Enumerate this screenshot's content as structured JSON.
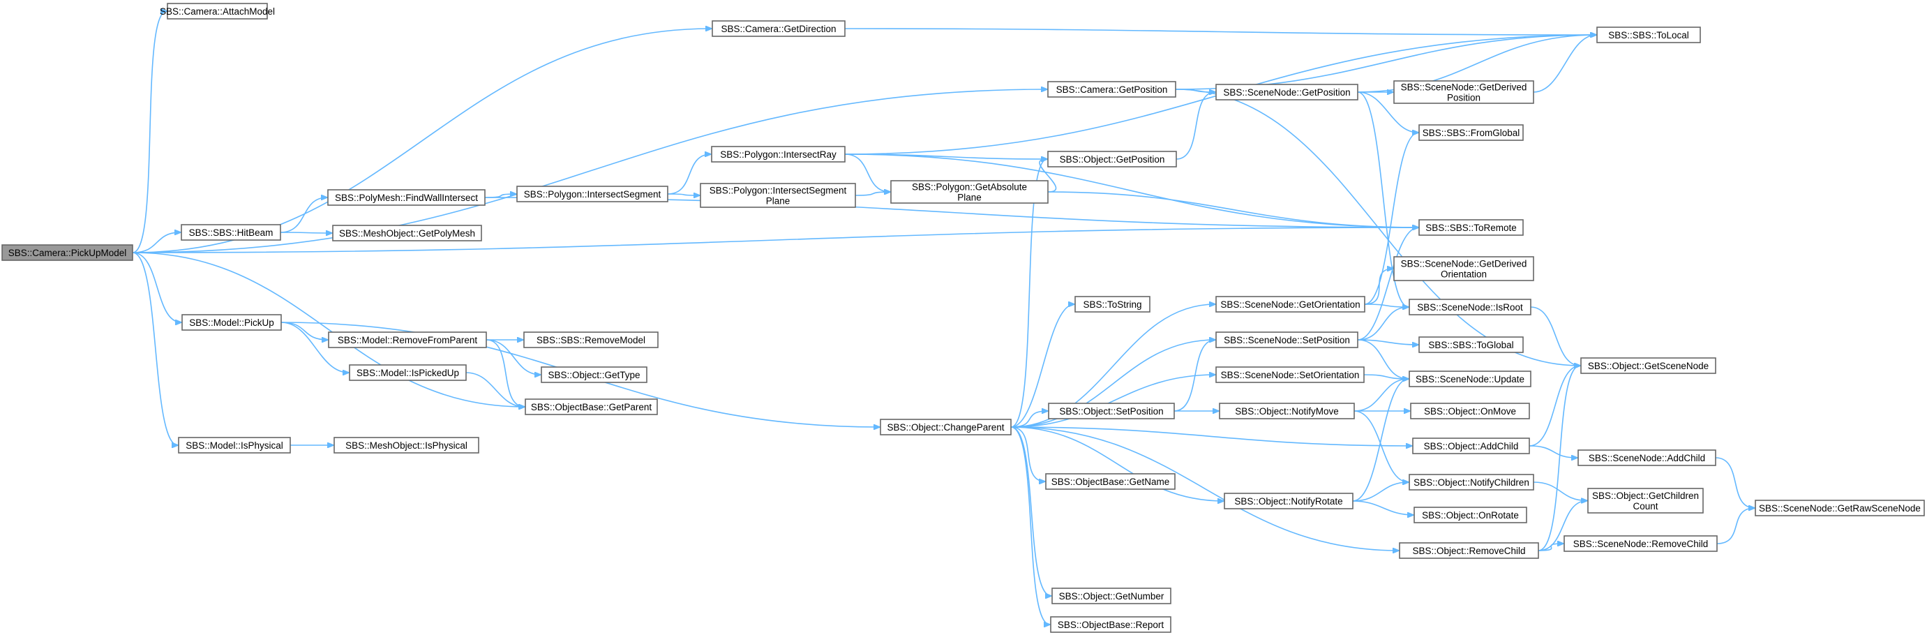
{
  "colors": {
    "edge": "#63b8ff",
    "node_border": "#666666",
    "node_fill": "#ffffff",
    "root_fill": "#999999",
    "background": "#ffffff"
  },
  "nodes": [
    {
      "id": "pickupmodel",
      "lines": [
        "SBS::Camera::PickUpModel"
      ]
    },
    {
      "id": "attachmodel",
      "lines": [
        "SBS::Camera::AttachModel"
      ]
    },
    {
      "id": "getdirection",
      "lines": [
        "SBS::Camera::GetDirection"
      ]
    },
    {
      "id": "camgetposition",
      "lines": [
        "SBS::Camera::GetPosition"
      ]
    },
    {
      "id": "sngetposition",
      "lines": [
        "SBS::SceneNode::GetPosition"
      ]
    },
    {
      "id": "sngetderivedpos",
      "lines": [
        "SBS::SceneNode::GetDerived",
        "Position"
      ]
    },
    {
      "id": "tolocal",
      "lines": [
        "SBS::SBS::ToLocal"
      ]
    },
    {
      "id": "fromglobal",
      "lines": [
        "SBS::SBS::FromGlobal"
      ]
    },
    {
      "id": "intersectray",
      "lines": [
        "SBS::Polygon::IntersectRay"
      ]
    },
    {
      "id": "objgetposition",
      "lines": [
        "SBS::Object::GetPosition"
      ]
    },
    {
      "id": "findwallintersect",
      "lines": [
        "SBS::PolyMesh::FindWallIntersect"
      ]
    },
    {
      "id": "intersectsegment",
      "lines": [
        "SBS::Polygon::IntersectSegment"
      ]
    },
    {
      "id": "intersectsegmentplane",
      "lines": [
        "SBS::Polygon::IntersectSegment",
        "Plane"
      ]
    },
    {
      "id": "getabsoluteplane",
      "lines": [
        "SBS::Polygon::GetAbsolute",
        "Plane"
      ]
    },
    {
      "id": "hitbeam",
      "lines": [
        "SBS::SBS::HitBeam"
      ]
    },
    {
      "id": "getpolymesh",
      "lines": [
        "SBS::MeshObject::GetPolyMesh"
      ]
    },
    {
      "id": "toremote",
      "lines": [
        "SBS::SBS::ToRemote"
      ]
    },
    {
      "id": "sngetderivedori",
      "lines": [
        "SBS::SceneNode::GetDerived",
        "Orientation"
      ]
    },
    {
      "id": "tostring",
      "lines": [
        "SBS::ToString"
      ]
    },
    {
      "id": "sngetorientation",
      "lines": [
        "SBS::SceneNode::GetOrientation"
      ]
    },
    {
      "id": "snisroot",
      "lines": [
        "SBS::SceneNode::IsRoot"
      ]
    },
    {
      "id": "modelpickup",
      "lines": [
        "SBS::Model::PickUp"
      ]
    },
    {
      "id": "removefromparent",
      "lines": [
        "SBS::Model::RemoveFromParent"
      ]
    },
    {
      "id": "removemodel",
      "lines": [
        "SBS::SBS::RemoveModel"
      ]
    },
    {
      "id": "snsetposition",
      "lines": [
        "SBS::SceneNode::SetPosition"
      ]
    },
    {
      "id": "toglobal",
      "lines": [
        "SBS::SBS::ToGlobal"
      ]
    },
    {
      "id": "objgettype",
      "lines": [
        "SBS::Object::GetType"
      ]
    },
    {
      "id": "ispickedup",
      "lines": [
        "SBS::Model::IsPickedUp"
      ]
    },
    {
      "id": "snsetorientation",
      "lines": [
        "SBS::SceneNode::SetOrientation"
      ]
    },
    {
      "id": "snupdate",
      "lines": [
        "SBS::SceneNode::Update"
      ]
    },
    {
      "id": "objgetscenenode",
      "lines": [
        "SBS::Object::GetSceneNode"
      ]
    },
    {
      "id": "getparent",
      "lines": [
        "SBS::ObjectBase::GetParent"
      ]
    },
    {
      "id": "objsetposition",
      "lines": [
        "SBS::Object::SetPosition"
      ]
    },
    {
      "id": "notifymove",
      "lines": [
        "SBS::Object::NotifyMove"
      ]
    },
    {
      "id": "onmove",
      "lines": [
        "SBS::Object::OnMove"
      ]
    },
    {
      "id": "changeparent",
      "lines": [
        "SBS::Object::ChangeParent"
      ]
    },
    {
      "id": "modelisphysical",
      "lines": [
        "SBS::Model::IsPhysical"
      ]
    },
    {
      "id": "meshisphysical",
      "lines": [
        "SBS::MeshObject::IsPhysical"
      ]
    },
    {
      "id": "addchild",
      "lines": [
        "SBS::Object::AddChild"
      ]
    },
    {
      "id": "snaddchild",
      "lines": [
        "SBS::SceneNode::AddChild"
      ]
    },
    {
      "id": "getname",
      "lines": [
        "SBS::ObjectBase::GetName"
      ]
    },
    {
      "id": "notifychildren",
      "lines": [
        "SBS::Object::NotifyChildren"
      ]
    },
    {
      "id": "notifyrotate",
      "lines": [
        "SBS::Object::NotifyRotate"
      ]
    },
    {
      "id": "getchildrencount",
      "lines": [
        "SBS::Object::GetChildren",
        "Count"
      ]
    },
    {
      "id": "getrawscenenode",
      "lines": [
        "SBS::SceneNode::GetRawSceneNode"
      ]
    },
    {
      "id": "onrotate",
      "lines": [
        "SBS::Object::OnRotate"
      ]
    },
    {
      "id": "removechild",
      "lines": [
        "SBS::Object::RemoveChild"
      ]
    },
    {
      "id": "snremovechild",
      "lines": [
        "SBS::SceneNode::RemoveChild"
      ]
    },
    {
      "id": "getnumber",
      "lines": [
        "SBS::Object::GetNumber"
      ]
    },
    {
      "id": "report",
      "lines": [
        "SBS::ObjectBase::Report"
      ]
    }
  ],
  "edges": [
    [
      "pickupmodel",
      "attachmodel"
    ],
    [
      "pickupmodel",
      "getdirection"
    ],
    [
      "pickupmodel",
      "camgetposition"
    ],
    [
      "pickupmodel",
      "hitbeam"
    ],
    [
      "pickupmodel",
      "toremote"
    ],
    [
      "pickupmodel",
      "modelpickup"
    ],
    [
      "pickupmodel",
      "getparent"
    ],
    [
      "pickupmodel",
      "modelisphysical"
    ],
    [
      "getdirection",
      "tolocal"
    ],
    [
      "camgetposition",
      "sngetposition"
    ],
    [
      "camgetposition",
      "tolocal"
    ],
    [
      "camgetposition",
      "objgetscenenode"
    ],
    [
      "sngetposition",
      "sngetderivedpos"
    ],
    [
      "sngetposition",
      "tolocal"
    ],
    [
      "sngetposition",
      "fromglobal"
    ],
    [
      "sngetposition",
      "snisroot"
    ],
    [
      "sngetderivedpos",
      "tolocal"
    ],
    [
      "hitbeam",
      "findwallintersect"
    ],
    [
      "hitbeam",
      "getpolymesh"
    ],
    [
      "findwallintersect",
      "intersectsegment"
    ],
    [
      "findwallintersect",
      "toremote"
    ],
    [
      "intersectsegment",
      "intersectray"
    ],
    [
      "intersectsegment",
      "intersectsegmentplane"
    ],
    [
      "intersectray",
      "tolocal"
    ],
    [
      "intersectray",
      "objgetposition"
    ],
    [
      "intersectray",
      "getabsoluteplane"
    ],
    [
      "intersectray",
      "toremote"
    ],
    [
      "intersectsegmentplane",
      "getabsoluteplane"
    ],
    [
      "getabsoluteplane",
      "objgetposition"
    ],
    [
      "getabsoluteplane",
      "toremote"
    ],
    [
      "objgetposition",
      "sngetposition"
    ],
    [
      "modelpickup",
      "removefromparent"
    ],
    [
      "modelpickup",
      "ispickedup"
    ],
    [
      "modelpickup",
      "changeparent"
    ],
    [
      "removefromparent",
      "removemodel"
    ],
    [
      "removefromparent",
      "objgettype"
    ],
    [
      "removefromparent",
      "getparent"
    ],
    [
      "ispickedup",
      "getparent"
    ],
    [
      "modelisphysical",
      "meshisphysical"
    ],
    [
      "changeparent",
      "objgetposition"
    ],
    [
      "changeparent",
      "tostring"
    ],
    [
      "changeparent",
      "sngetorientation"
    ],
    [
      "changeparent",
      "snsetposition"
    ],
    [
      "changeparent",
      "snsetorientation"
    ],
    [
      "changeparent",
      "objsetposition"
    ],
    [
      "changeparent",
      "addchild"
    ],
    [
      "changeparent",
      "getname"
    ],
    [
      "changeparent",
      "notifyrotate"
    ],
    [
      "changeparent",
      "removechild"
    ],
    [
      "changeparent",
      "getnumber"
    ],
    [
      "changeparent",
      "report"
    ],
    [
      "sngetorientation",
      "fromglobal"
    ],
    [
      "sngetorientation",
      "sngetderivedori"
    ],
    [
      "sngetorientation",
      "snisroot"
    ],
    [
      "snsetposition",
      "toremote"
    ],
    [
      "snsetposition",
      "snisroot"
    ],
    [
      "snsetposition",
      "toglobal"
    ],
    [
      "snsetposition",
      "snupdate"
    ],
    [
      "snsetorientation",
      "snupdate"
    ],
    [
      "objsetposition",
      "snsetposition"
    ],
    [
      "objsetposition",
      "notifymove"
    ],
    [
      "notifymove",
      "snupdate"
    ],
    [
      "notifymove",
      "onmove"
    ],
    [
      "notifymove",
      "notifychildren"
    ],
    [
      "snisroot",
      "objgetscenenode"
    ],
    [
      "addchild",
      "objgetscenenode"
    ],
    [
      "addchild",
      "snaddchild"
    ],
    [
      "snaddchild",
      "getrawscenenode"
    ],
    [
      "notifyrotate",
      "snupdate"
    ],
    [
      "notifyrotate",
      "notifychildren"
    ],
    [
      "notifyrotate",
      "onrotate"
    ],
    [
      "notifychildren",
      "getchildrencount"
    ],
    [
      "removechild",
      "objgetscenenode"
    ],
    [
      "removechild",
      "getchildrencount"
    ],
    [
      "removechild",
      "snremovechild"
    ],
    [
      "snremovechild",
      "getrawscenenode"
    ]
  ]
}
